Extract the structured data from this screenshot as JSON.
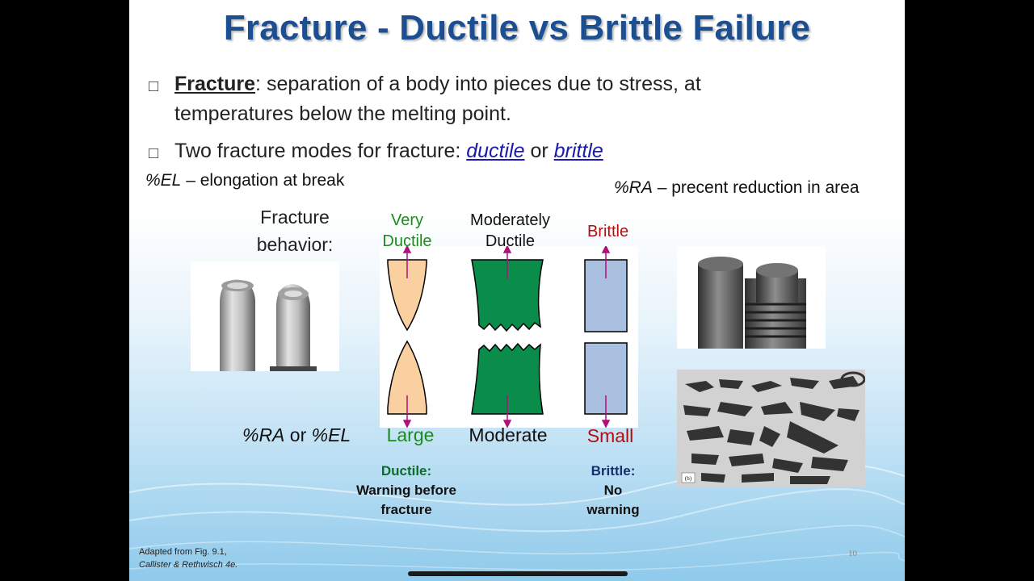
{
  "title": "Fracture - Ductile vs Brittle Failure",
  "bullets": {
    "marker": "□",
    "b1_term": "Fracture",
    "b1_rest": ": separation of a body into pieces due to stress, at",
    "b1_line2": "temperatures below the melting point.",
    "b2_prefix": "Two fracture modes for fracture: ",
    "b2_ductile": "ductile",
    "b2_or": " or ",
    "b2_brittle": "brittle"
  },
  "notes": {
    "el_sym": "%EL",
    "el_text": " – elongation at break",
    "ra_sym": "%RA",
    "ra_text": " – precent reduction in area"
  },
  "diagram": {
    "behavior_line1": "Fracture",
    "behavior_line2": "behavior:",
    "col1_line1": "Very",
    "col1_line2": "Ductile",
    "col2_line1": "Moderately",
    "col2_line2": "Ductile",
    "col3": "Brittle",
    "ra_sym": "%RA",
    "ra_or": " or ",
    "el_sym": "%EL",
    "val1": "Large",
    "val2": "Moderate",
    "val3": "Small"
  },
  "summary": {
    "ductile_title": "Ductile:",
    "ductile_line1": "Warning before",
    "ductile_line2": "fracture",
    "brittle_title": "Brittle:",
    "brittle_line1": "No",
    "brittle_line2": "warning"
  },
  "footnote": {
    "line1": "Adapted from Fig. 9.1,",
    "line2": "Callister & Rethwisch 4e."
  },
  "page_number": "10",
  "micrograph_tag": "(b)",
  "colors": {
    "title": "#1b4f91",
    "very_ductile": "#fbd0a0",
    "moderately_ductile": "#0a8c4a",
    "brittle": "#a8bfe0",
    "arrow": "#b0107a"
  }
}
